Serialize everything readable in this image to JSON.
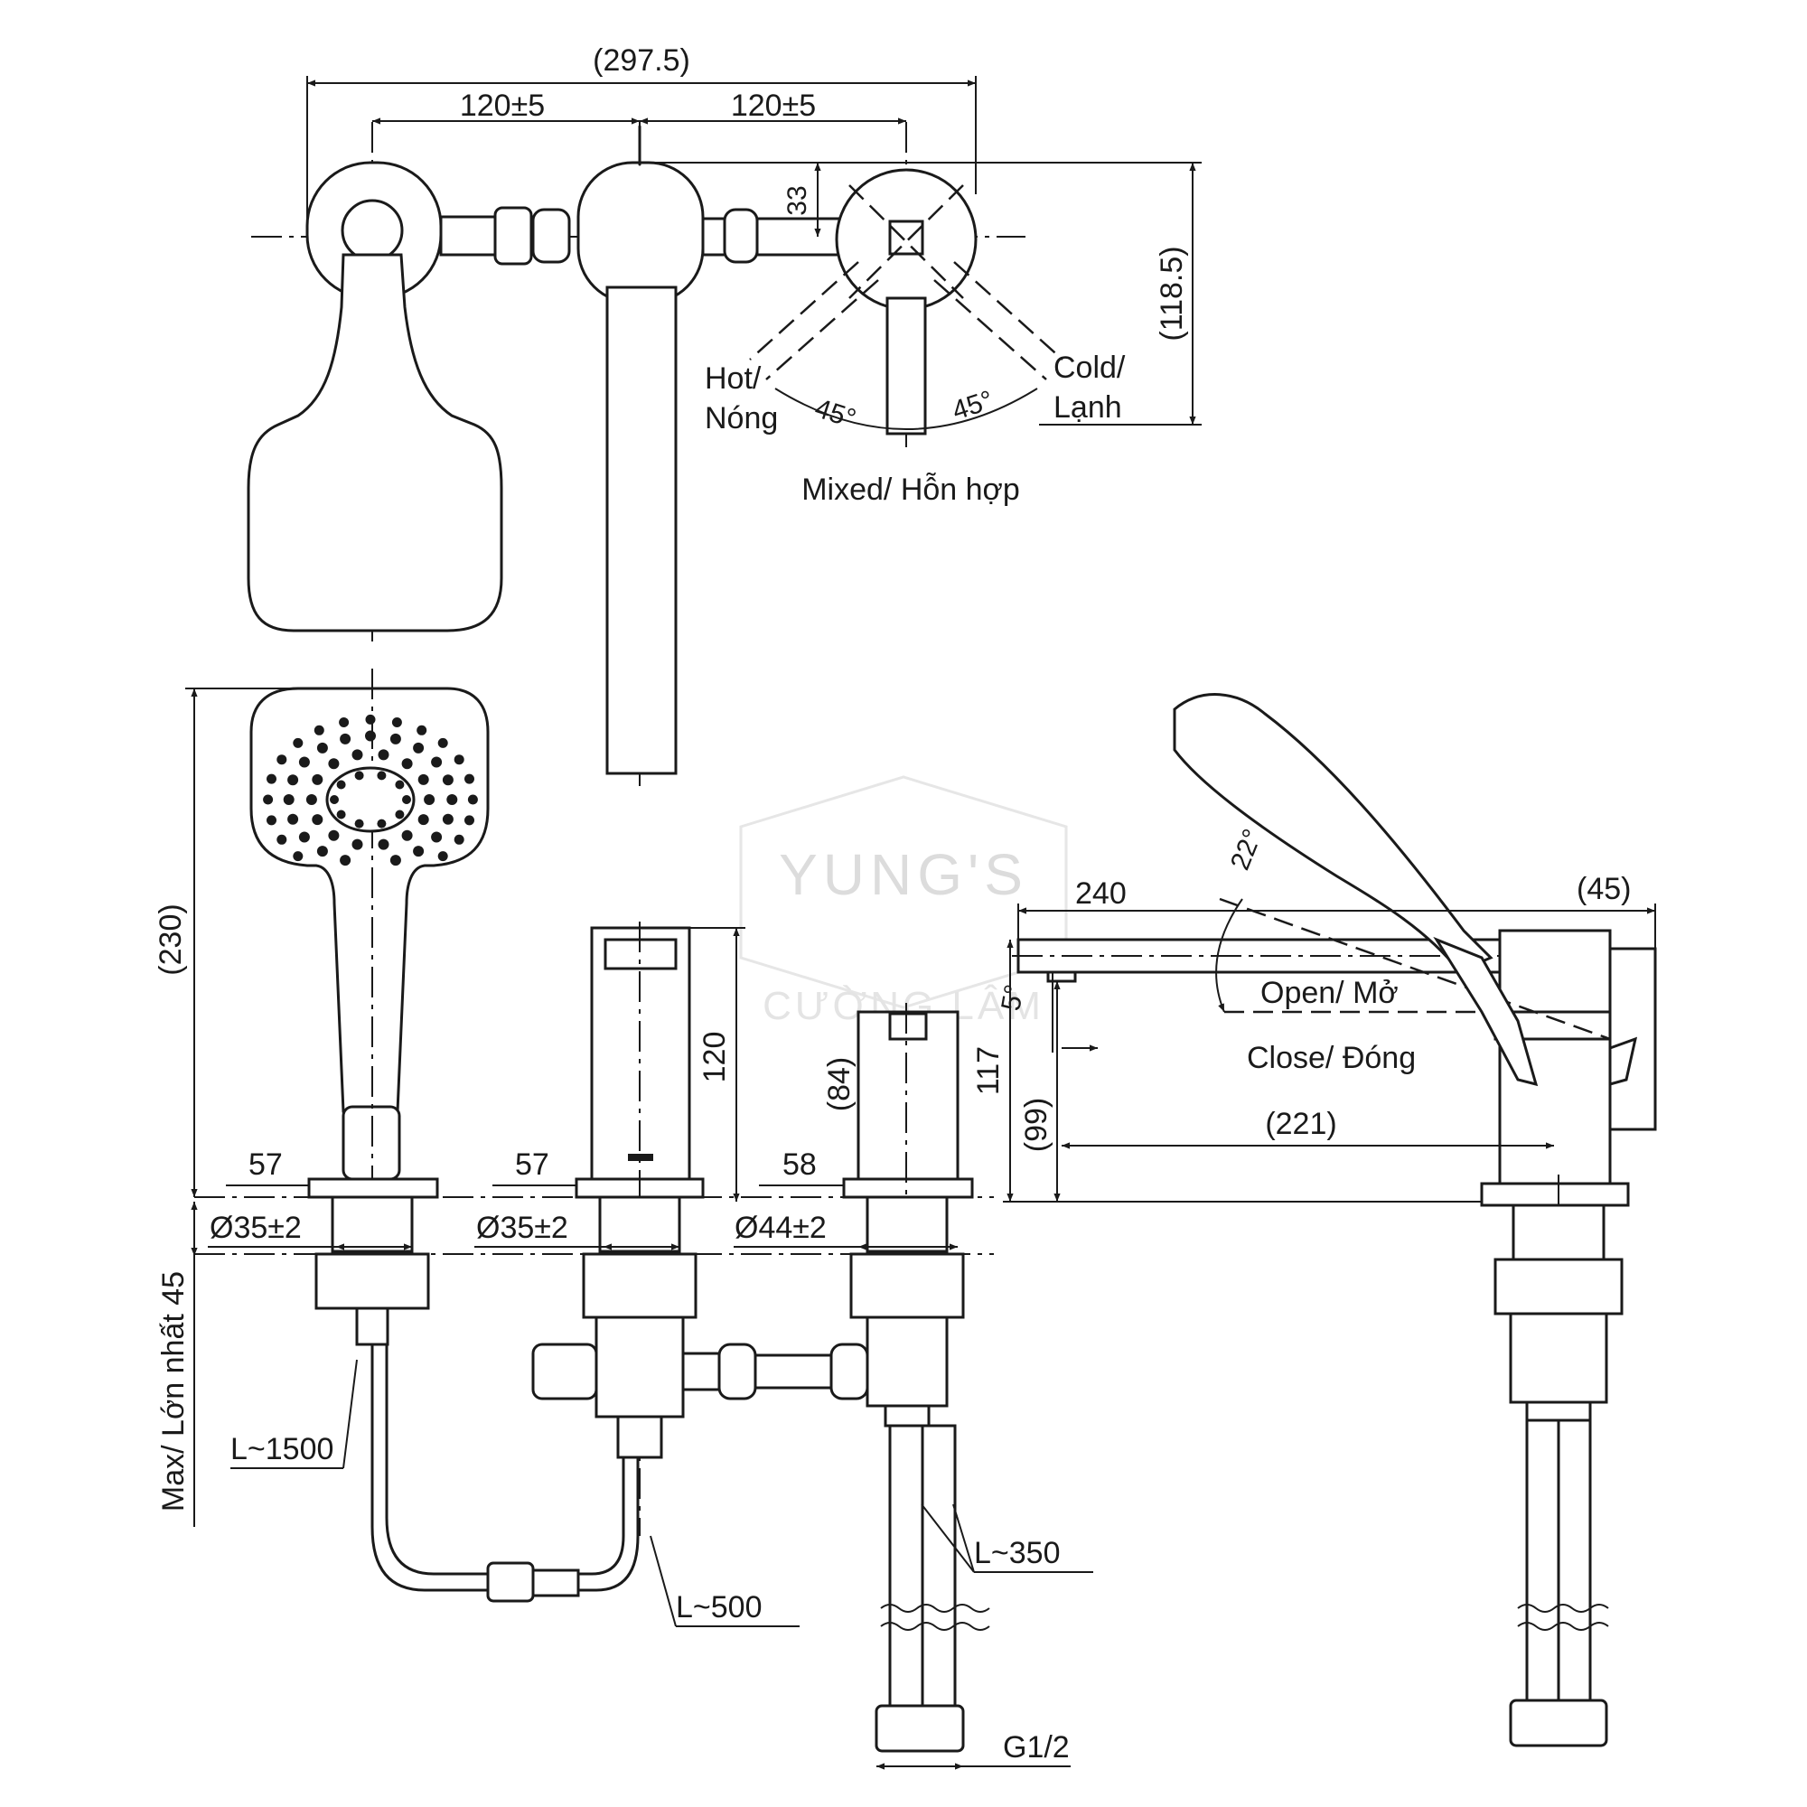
{
  "watermark": {
    "line1": "YUNG'S",
    "line2": "CƯỜNG LÂM"
  },
  "top_view": {
    "dim_overall": "(297.5)",
    "dim_left": "120±5",
    "dim_right": "120±5",
    "dim_offset": "33",
    "dim_height": "(118.5)",
    "hot_line1": "Hot/",
    "hot_line2": "Nóng",
    "cold_line1": "Cold/",
    "cold_line2": "Lạnh",
    "angle_left": "45°",
    "angle_right": "45°",
    "mixed": "Mixed/ Hỗn hợp"
  },
  "front_view": {
    "dim_shower_height": "(230)",
    "dim_base_1": "57",
    "dim_base_2": "57",
    "dim_base_3": "58",
    "dim_spout_height": "120",
    "dim_handle_height": "(84)",
    "dim_hole_1": "Ø35±2",
    "dim_hole_2": "Ø35±2",
    "dim_hole_3": "Ø44±2",
    "deck_max": "Max/ Lớn nhất 45",
    "hose_long": "L~1500",
    "hose_short": "L~500",
    "hose_supply": "L~350",
    "thread": "G1/2"
  },
  "side_view": {
    "dim_length": "240",
    "dim_depth": "(45)",
    "angle_open": "22°",
    "angle_close": "5°",
    "open_label": "Open/ Mở",
    "close_label": "Close/ Đóng",
    "dim_total_height": "117",
    "dim_spout_height": "(99)",
    "dim_reach": "(221)"
  }
}
